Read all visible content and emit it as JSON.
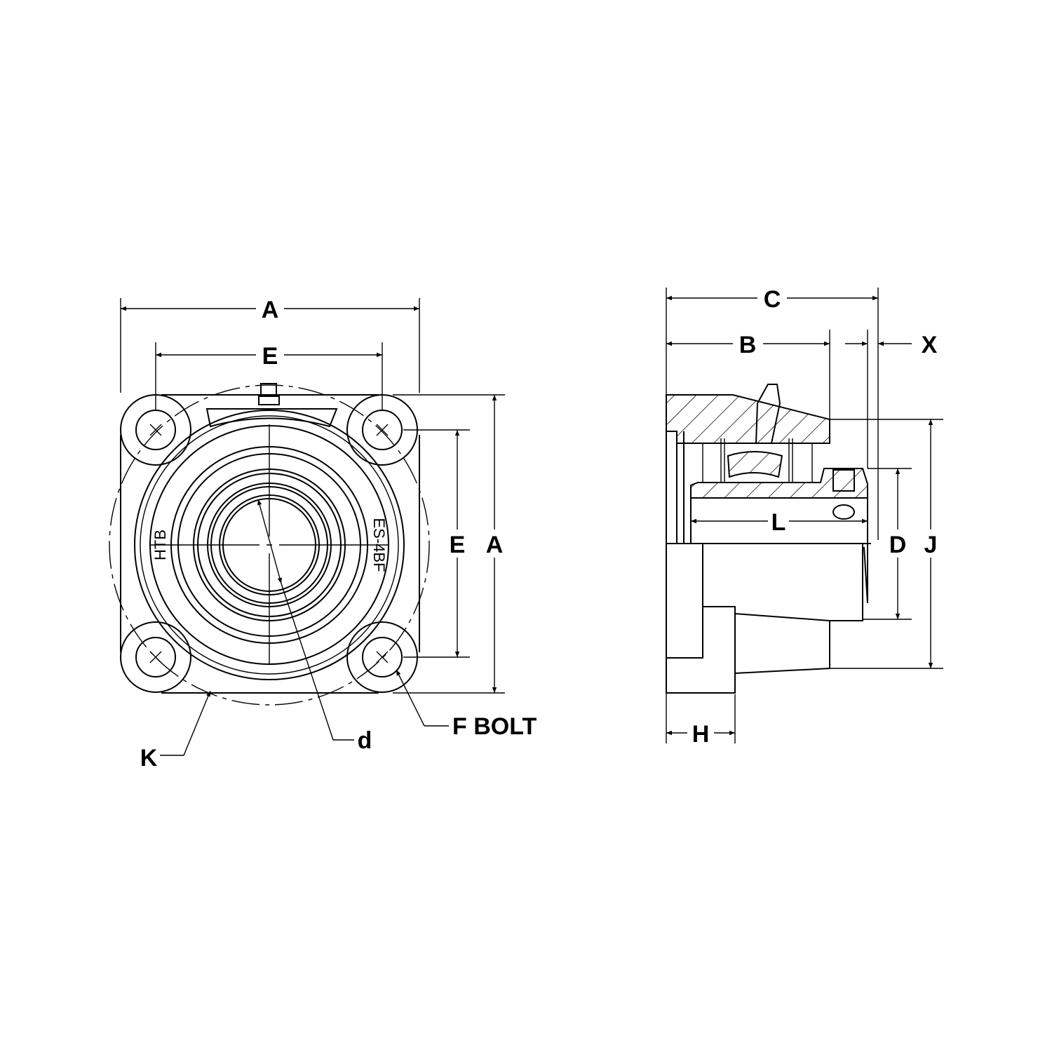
{
  "front_view": {
    "labels": {
      "overall_width": "A",
      "bolt_spacing_horizontal": "E",
      "bolt_spacing_vertical": "E",
      "overall_height": "A",
      "bore": "d",
      "pilot": "K",
      "bolt": "F BOLT"
    },
    "housing_markings": {
      "left": "HTB",
      "right": "ES-4BF"
    }
  },
  "side_view": {
    "labels": {
      "overall_length": "C",
      "housing_to_collar": "B",
      "collar": "X",
      "inner_ring_length": "L",
      "collar_diameter": "D",
      "pilot_diameter": "J",
      "flange_thickness": "H"
    }
  }
}
